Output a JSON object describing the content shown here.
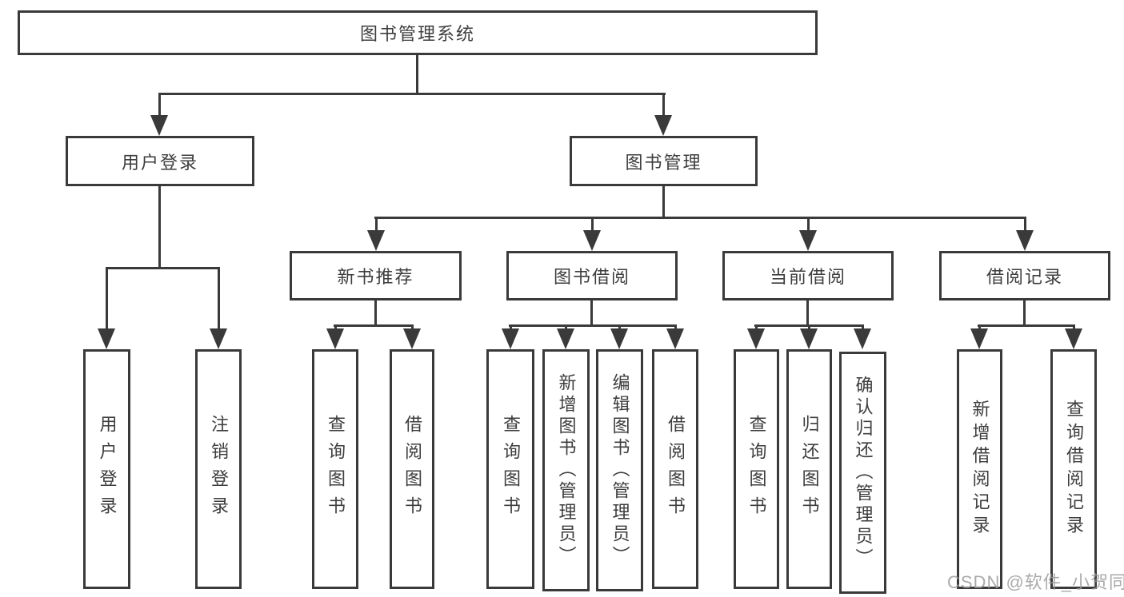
{
  "diagram": {
    "root": {
      "label": "图书管理系统"
    },
    "branches": [
      {
        "label": "用户登录",
        "children": [
          {
            "label": "用户登录"
          },
          {
            "label": "注销登录"
          }
        ]
      },
      {
        "label": "图书管理",
        "children": [
          {
            "label": "新书推荐",
            "children": [
              {
                "label": "查询图书"
              },
              {
                "label": "借阅图书"
              }
            ]
          },
          {
            "label": "图书借阅",
            "children": [
              {
                "label": "查询图书"
              },
              {
                "label": "新增图书（管理员）"
              },
              {
                "label": "编辑图书（管理员）"
              },
              {
                "label": "借阅图书"
              }
            ]
          },
          {
            "label": "当前借阅",
            "children": [
              {
                "label": "查询图书"
              },
              {
                "label": "归还图书"
              },
              {
                "label": "确认归还（管理员）"
              }
            ]
          },
          {
            "label": "借阅记录",
            "children": [
              {
                "label": "新增借阅记录"
              },
              {
                "label": "查询借阅记录"
              }
            ]
          }
        ]
      }
    ]
  },
  "watermark": {
    "text": "CSDN @软件_小贺同学"
  },
  "colors": {
    "line": "#3a3a3a",
    "text": "#3d3d3d",
    "box_fill": "#ffffff",
    "watermark": "#9c9c9c",
    "background": "#ffffff"
  }
}
